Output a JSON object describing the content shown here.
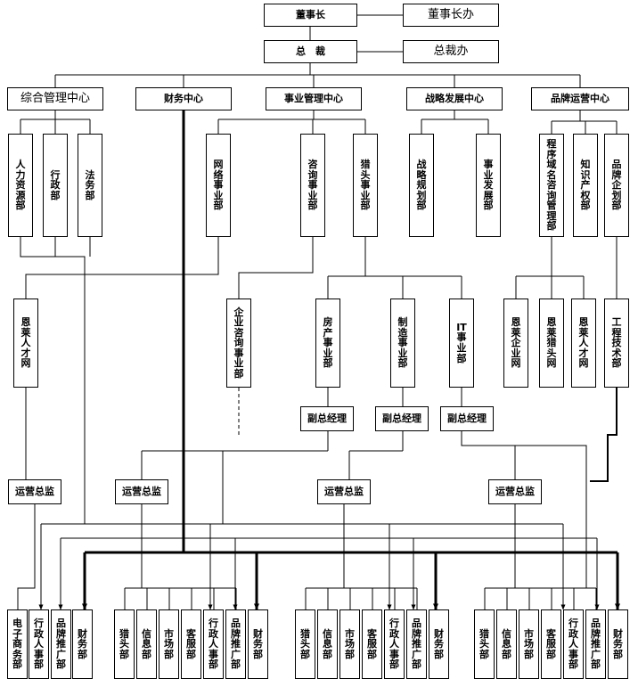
{
  "nodes": {
    "chairman": "董事长",
    "chairman_office": "董事长办",
    "president": "总　裁",
    "president_office": "总裁办",
    "comprehensive_center": "综合管理中心",
    "finance_center": "财务中心",
    "business_center": "事业管理中心",
    "strategy_center": "战略发展中心",
    "brand_center": "品牌运营中心",
    "hr_dept": "人力资源部",
    "admin_dept": "行政部",
    "legal_dept": "法务部",
    "network_dept": "网络事业部",
    "consult_dept": "咨询事业部",
    "headhunt_dept": "猎头事业部",
    "strategy_plan_dept": "战略规划部",
    "business_dev_dept": "事业发展部",
    "domain_consult_dept": "程序域名咨询管理部",
    "ip_dept": "知识产权部",
    "brand_plan_dept": "品牌企划部",
    "enlai_talent_web_1": "恩莱人才网",
    "enterprise_consult_dept": "企业咨询事业部",
    "realestate_dept": "房产事业部",
    "manufacturing_dept": "制造事业部",
    "it_dept": "IT事业部",
    "enlai_enterprise_web": "恩莱企业网",
    "enlai_headhunt_web": "恩莱猎头网",
    "enlai_talent_web_2": "恩莱人才网",
    "engineering_dept": "工程技术部",
    "deputy_gm_1": "副总经理",
    "deputy_gm_2": "副总经理",
    "deputy_gm_3": "副总经理",
    "ops_director_1": "运营总监",
    "ops_director_2": "运营总监",
    "ops_director_3": "运营总监",
    "ops_director_4": "运营总监",
    "g1_ecommerce": "电子商务部",
    "g1_admin_hr": "行政人事部",
    "g1_brand_promo": "品牌推广部",
    "g1_finance": "财务部",
    "g2_headhunt": "猎头部",
    "g2_info": "信息部",
    "g2_market": "市场部",
    "g2_service": "客服部",
    "g2_admin_hr": "行政人事部",
    "g2_brand_promo": "品牌推广部",
    "g2_finance": "财务部",
    "g3_headhunt": "猎头部",
    "g3_info": "信息部",
    "g3_market": "市场部",
    "g3_service": "客服部",
    "g3_admin_hr": "行政人事部",
    "g3_brand_promo": "品牌推广部",
    "g3_finance": "财务部",
    "g4_headhunt": "猎头部",
    "g4_info": "信息部",
    "g4_market": "市场部",
    "g4_service": "客服部",
    "g4_admin_hr": "行政人事部",
    "g4_brand_promo": "品牌推广部",
    "g4_finance": "财务部"
  },
  "colors": {
    "line": "#000000",
    "background": "#ffffff"
  }
}
